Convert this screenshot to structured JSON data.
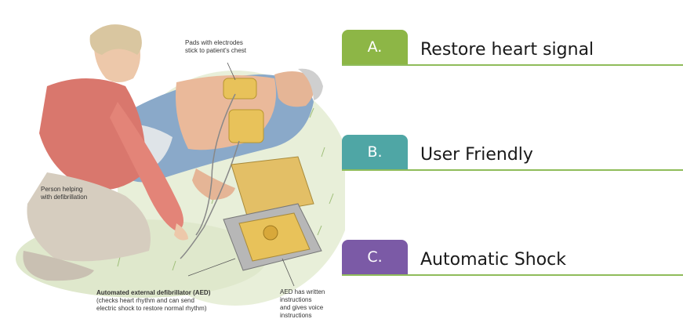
{
  "illustration": {
    "pads_caption": [
      "Pads with electrodes",
      "stick to patient's chest"
    ],
    "person_caption": [
      "Person helping",
      "with defibrillation"
    ],
    "aed_caption_title": "Automated external defibrillator (AED)",
    "aed_caption_lines": [
      "(checks heart rhythm and can send",
      "electric shock to restore normal rhythm)"
    ],
    "voice_caption": [
      "AED has written",
      "instructions",
      "and gives voice",
      "instructions"
    ]
  },
  "options": [
    {
      "letter": "A.",
      "text": "Restore heart signal",
      "color": "#8db646"
    },
    {
      "letter": "B.",
      "text": "User Friendly",
      "color": "#4fa6a5"
    },
    {
      "letter": "C.",
      "text": "Automatic Shock",
      "color": "#7b5aa6"
    }
  ]
}
